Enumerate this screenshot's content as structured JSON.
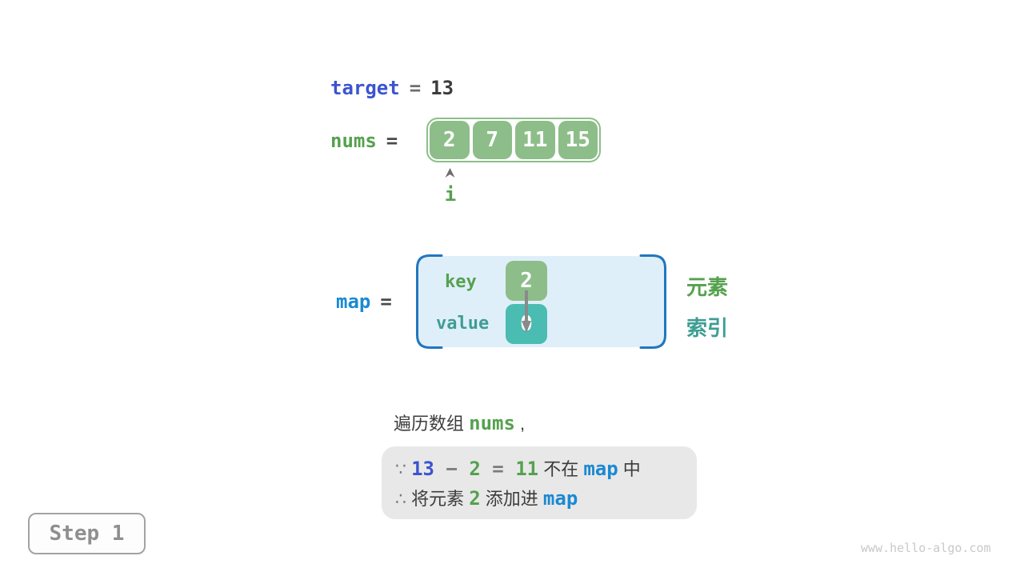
{
  "palette": {
    "array_green": "#8DBE89",
    "index_teal": "#4BBCB2",
    "green_text": "#55A14E",
    "teal_text": "#3E9D94",
    "royal_blue": "#3B54CE",
    "azure_blue": "#1B89D2",
    "map_fill": "#DFEFF9",
    "map_brace_blue": "#2176BE",
    "note_bg": "#E8E8E8",
    "arrow_gray": "#7B7B7B"
  },
  "target_row": {
    "label": "target",
    "op": "=",
    "value": "13"
  },
  "nums_row": {
    "label": "nums",
    "op": "=",
    "cells": [
      "2",
      "7",
      "11",
      "15"
    ],
    "pointer_label": "i"
  },
  "map_row": {
    "label": "map",
    "op": "=",
    "key_label": "key",
    "key_value": "2",
    "value_label": "value",
    "value_value": "0",
    "element_label": "元素",
    "index_label": "索引"
  },
  "caption_parts": [
    {
      "t": "遍历数组 ",
      "c": "dark"
    },
    {
      "t": "nums",
      "c": "code green"
    },
    {
      "t": " ,",
      "c": "dark"
    }
  ],
  "note": {
    "line1_parts": [
      {
        "t": "∵ ",
        "c": "gray"
      },
      {
        "t": "13",
        "c": "code royal"
      },
      {
        "t": " − ",
        "c": "code gray"
      },
      {
        "t": "2",
        "c": "code green"
      },
      {
        "t": " = ",
        "c": "code gray"
      },
      {
        "t": "11",
        "c": "code green"
      },
      {
        "t": " 不在 ",
        "c": "dark"
      },
      {
        "t": "map",
        "c": "code azure"
      },
      {
        "t": " 中",
        "c": "dark"
      }
    ],
    "line2_parts": [
      {
        "t": "∴ ",
        "c": "gray"
      },
      {
        "t": "将元素 ",
        "c": "dark"
      },
      {
        "t": "2",
        "c": "code green"
      },
      {
        "t": " 添加进 ",
        "c": "dark"
      },
      {
        "t": "map",
        "c": "code azure"
      }
    ]
  },
  "step_label": "Step 1",
  "watermark": "www.hello-algo.com"
}
